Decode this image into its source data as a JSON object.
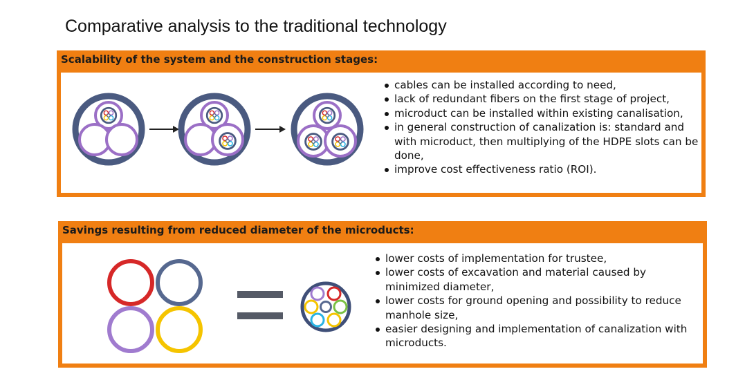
{
  "title": "Comparative analysis to the traditional technology",
  "panel1": {
    "header": "Scalability of the system and the construction stages:",
    "bullets": [
      "cables can be installed according to need,",
      "lack of redundant fibers on the first stage of project,",
      "microduct can be installed within existing canalisation,",
      "in general construction of canalization is: standard and with microduct, then multiplying of the HDPE slots can be done,",
      "improve cost effectiveness ratio (ROI)."
    ]
  },
  "panel2": {
    "header": "Savings resulting from reduced diameter of the microducts:",
    "bullets": [
      "lower costs of implementation for trustee,",
      "lower costs of excavation and material caused by minimized diameter,",
      "lower costs for ground opening and possibility to reduce manhole size,",
      "easier designing and implementation of canalization with microducts."
    ]
  },
  "colors": {
    "orange": "#f07f12",
    "duct_outer": "#4a5a80",
    "duct_inner": "#9b6fc6",
    "red": "#d62828",
    "blue_grey": "#56688f",
    "purple": "#a07bcf",
    "yellow": "#f5c400",
    "cyan": "#29b3e3",
    "green": "#7ac143"
  }
}
